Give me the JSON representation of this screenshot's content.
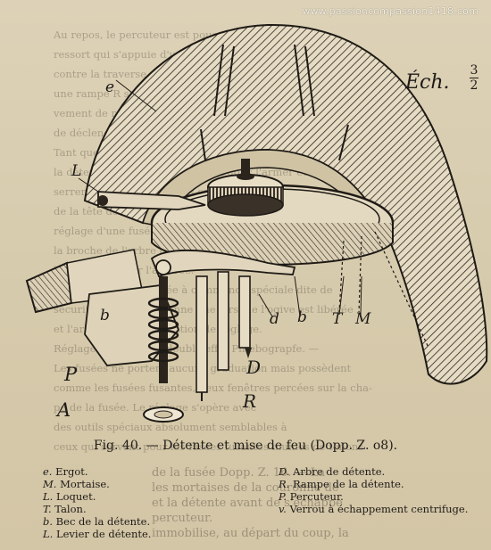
{
  "watermark": "www.passioncompassion1418.com",
  "scale": {
    "label": "Éch.",
    "numerator": "3",
    "denominator": "2"
  },
  "figure_labels": {
    "e": "e",
    "L": "L",
    "b_left": "b",
    "P": "P",
    "A": "A",
    "d": "d",
    "b_right": "b",
    "T": "T",
    "M": "M",
    "D": "D",
    "R": "R"
  },
  "caption": "Fig. 40. — Détente et mise de feu (Dopp. Z. o8).",
  "legend": {
    "left": [
      {
        "key": "e.",
        "text": "Ergot."
      },
      {
        "key": "M.",
        "text": "Mortaise."
      },
      {
        "key": "L.",
        "text": "Loquet."
      },
      {
        "key": "T.",
        "text": "Talon."
      },
      {
        "key": "b.",
        "text": "Bec de la détente."
      },
      {
        "key": "L.",
        "text": "Levier de détente."
      }
    ],
    "right": [
      {
        "key": "D.",
        "text": "Arbre de détente."
      },
      {
        "key": "R.",
        "text": "Rampe de la détente."
      },
      {
        "key": "P.",
        "text": "Percuteur."
      },
      {
        "key": "v.",
        "text": "Verrou à échappement centrifuge."
      }
    ]
  },
  "bleed_through": {
    "top": [
      "Au repos, le percuteur est poussé vers le bas par un",
      "ressort qui s'appuie d'une part sur le levier et d'autre part",
      "contre la traverse de la pièce coupe-détente conique b offre",
      "une rampe R sur laquelle glisse le bec pour donner un mou-",
      "vement de rotation au levier de détente : le percuteur est forcé",
      "de déclencher.",
      "Tant que le levier est bloqué, tout déplacement de",
      "la détente est impossible ; il faut donc l'armer et ensuite des-",
      "serrer progressivement les ergots dans les mortaises",
      "de la tête de la fusée, ce qui constitue l'armage ; le",
      "réglage d'une fusée se fait à la main, ou à la manivelle, guidé par",
      "la broche de l'arbre de détente et en prenant un mouvement",
      "bien contrôlé sur l'amorce.",
      "Il existe aussi une fusée à commande spéciale dite de",
      "sécurité, qui ne fonctionne que lorsque l'ogive est libérée",
      "et l'arbre tourne en position de réglage.",
      "Réglage des fusées à double effet Phœbograpfe. —",
      "Les fusées ne portent aucune graduation mais possèdent",
      "comme les fusées fusantes, deux fenêtres percées sur la cha-",
      "pe de la fusée. Le réglage s'opère avec",
      "des outils spéciaux absolument semblables à",
      "ceux qui servent pour les fusées fusantes munies de tenons"
    ],
    "bottom": [
      "de la fusée Dopp. Z. 16. — La",
      "les mortaises de la couronne de",
      "et la détente avant de s'échappe",
      "percuteur.",
      "immobilise, au départ du coup, la"
    ]
  }
}
